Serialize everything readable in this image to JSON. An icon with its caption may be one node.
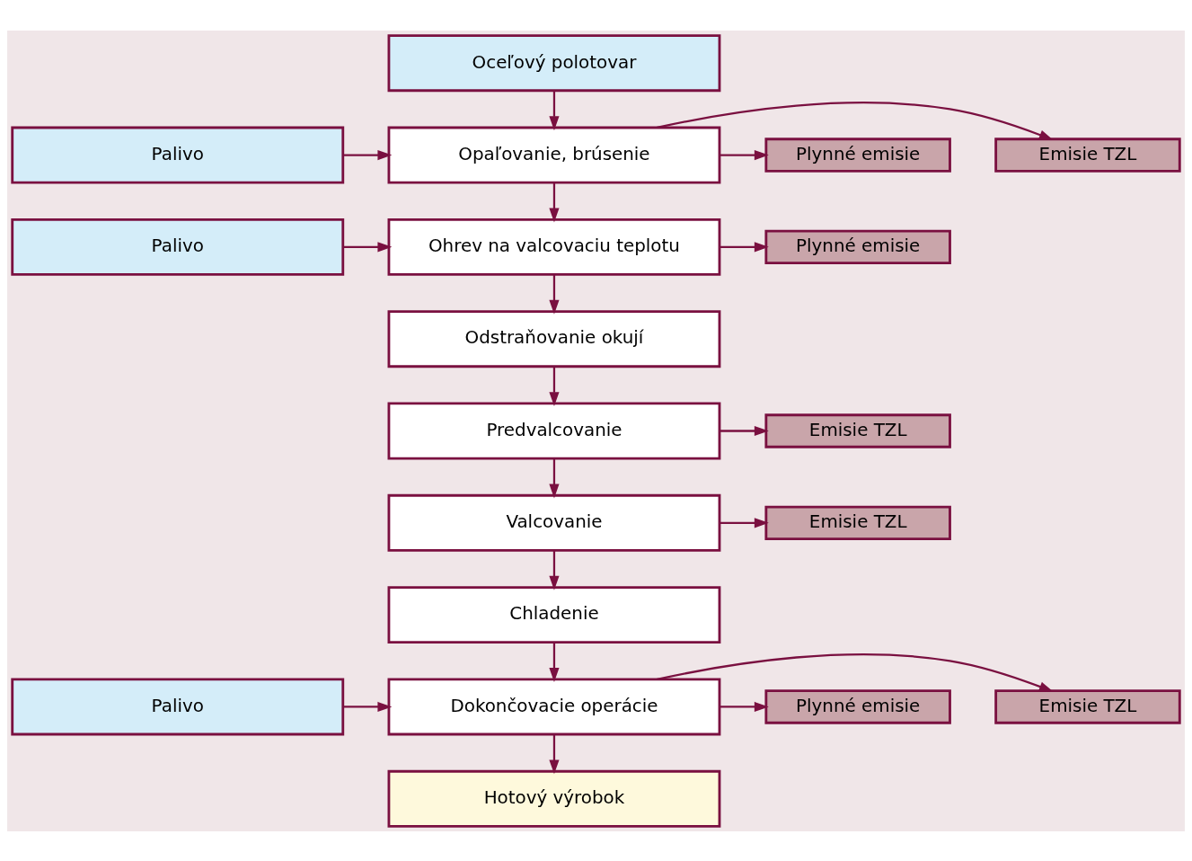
{
  "diagram": {
    "nodes": [
      {
        "text": [
          "Oceľový polotovar"
        ]
      },
      {
        "text": [
          "Palivo"
        ]
      },
      {
        "text": [
          "Opaľovanie, brúsenie"
        ]
      },
      {
        "text": [
          "Emisie TZL"
        ]
      },
      {
        "text": [
          "Plynné emisie"
        ]
      },
      {
        "text": [
          "Palivo"
        ]
      },
      {
        "text": [
          "Ohrev na valcovaciu teplotu"
        ]
      },
      {
        "text": [
          "Plynné emisie"
        ]
      },
      {
        "text": [
          "Odstraňovanie okují"
        ]
      },
      {
        "text": [
          "Predvalcovanie"
        ]
      },
      {
        "text": [
          "Emisie TZL"
        ]
      },
      {
        "text": [
          "Valcovanie"
        ]
      },
      {
        "text": [
          "Emisie TZL"
        ]
      },
      {
        "text": [
          "Chladenie"
        ]
      },
      {
        "text": [
          "Palivo"
        ]
      },
      {
        "text": [
          "Dokončovacie operácie"
        ]
      },
      {
        "text": [
          "Emisie TZL"
        ]
      },
      {
        "text": [
          "Plynné emisie"
        ]
      },
      {
        "text": [
          "Hotový výrobok"
        ]
      }
    ],
    "edges": [
      {
        "from": 0,
        "to": 2,
        "arrow": "to"
      },
      {
        "from": 1,
        "to": 2,
        "arrow": "to"
      },
      {
        "from": 2,
        "to": 3,
        "arrow": "to"
      },
      {
        "from": 2,
        "to": 4,
        "arrow": "to"
      },
      {
        "from": 2,
        "to": 6,
        "arrow": "to"
      },
      {
        "from": 5,
        "to": 6,
        "arrow": "to"
      },
      {
        "from": 6,
        "to": 7,
        "arrow": "to"
      },
      {
        "from": 6,
        "to": 8,
        "arrow": "to"
      },
      {
        "from": 8,
        "to": 9,
        "arrow": "to"
      },
      {
        "from": 9,
        "to": 10,
        "arrow": "to"
      },
      {
        "from": 9,
        "to": 11,
        "arrow": "to"
      },
      {
        "from": 11,
        "to": 12,
        "arrow": "to"
      },
      {
        "from": 11,
        "to": 13,
        "arrow": "to"
      },
      {
        "from": 13,
        "to": 15,
        "arrow": "to"
      },
      {
        "from": 14,
        "to": 15,
        "arrow": "to"
      },
      {
        "from": 15,
        "to": 16,
        "arrow": "to"
      },
      {
        "from": 15,
        "to": 17,
        "arrow": "to"
      },
      {
        "from": 15,
        "to": 18,
        "arrow": "to"
      }
    ]
  }
}
